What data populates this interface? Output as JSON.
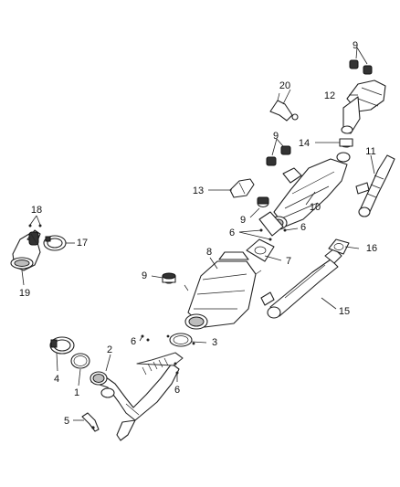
{
  "callouts": {
    "c1": "1",
    "c2": "2",
    "c3": "3",
    "c4": "4",
    "c5": "5",
    "c6a": "6",
    "c6b": "6",
    "c6c": "6",
    "c6d": "6",
    "c7": "7",
    "c8": "8",
    "c9a": "9",
    "c9b": "9",
    "c9c": "9",
    "c9d": "9",
    "c10": "10",
    "c11": "11",
    "c12": "12",
    "c13": "13",
    "c14": "14",
    "c15": "15",
    "c16": "16",
    "c17": "17",
    "c18": "18",
    "c19": "19",
    "c20": "20"
  },
  "colors": {
    "line": "#222222",
    "fill": "#ffffff",
    "dark": "#333333"
  }
}
